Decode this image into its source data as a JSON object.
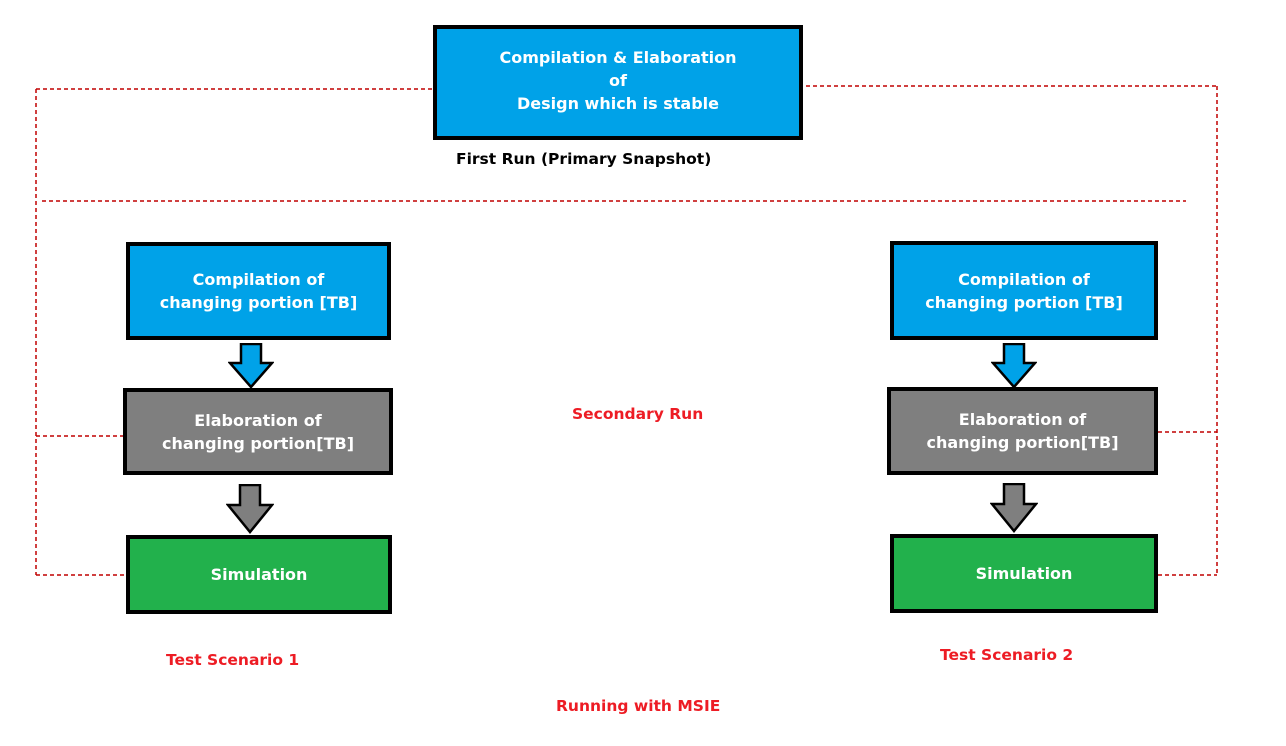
{
  "colors": {
    "stable_box": "#00a2e8",
    "compile_box": "#00a2e8",
    "elab_box": "#7f7f7f",
    "sim_box": "#22b14c",
    "border": "#000000",
    "dashed_line": "#c00000",
    "red_text": "#ed1c24",
    "black_text": "#000000"
  },
  "primary": {
    "box_text": "Compilation & Elaboration\nof\nDesign which is stable",
    "caption": "First Run (Primary Snapshot)"
  },
  "secondary_label": "Secondary Run",
  "scenarios": [
    {
      "compile_text": "Compilation of\nchanging portion [TB]",
      "elab_text": "Elaboration of\nchanging portion[TB]",
      "sim_text": "Simulation",
      "label": "Test Scenario 1"
    },
    {
      "compile_text": "Compilation of\nchanging portion [TB]",
      "elab_text": "Elaboration of\nchanging portion[TB]",
      "sim_text": "Simulation",
      "label": "Test Scenario 2"
    }
  ],
  "footer_label": "Running with MSIE",
  "icons": [
    "down-arrow-icon"
  ]
}
